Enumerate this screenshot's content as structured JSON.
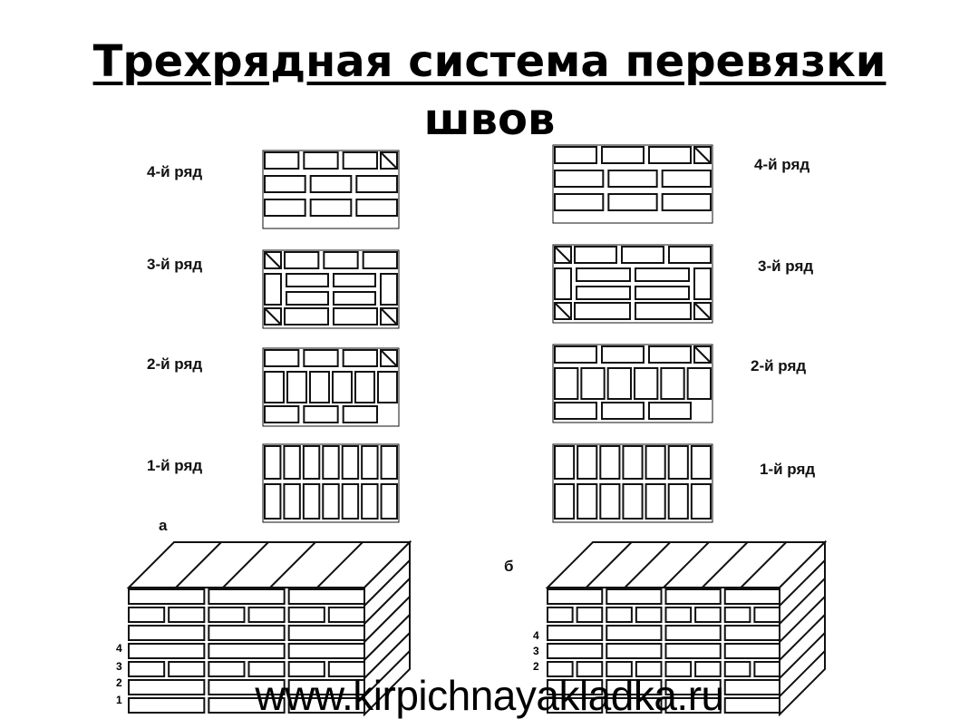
{
  "title": {
    "line1": "Трехрядная система перевязки",
    "line2": "швов"
  },
  "figure": {
    "left_rows": [
      "4-й ряд",
      "3-й ряд",
      "2-й ряд",
      "1-й ряд"
    ],
    "right_rows": [
      "4-й ряд",
      "3-й ряд",
      "2-й ряд",
      "1-й ряд"
    ],
    "variant_a": "а",
    "variant_b": "б",
    "course_numbers_a": [
      "4",
      "3",
      "2",
      "1"
    ],
    "course_numbers_b": [
      "4",
      "3",
      "2"
    ],
    "watermark": "www.kirpichnayakladka.ru"
  }
}
